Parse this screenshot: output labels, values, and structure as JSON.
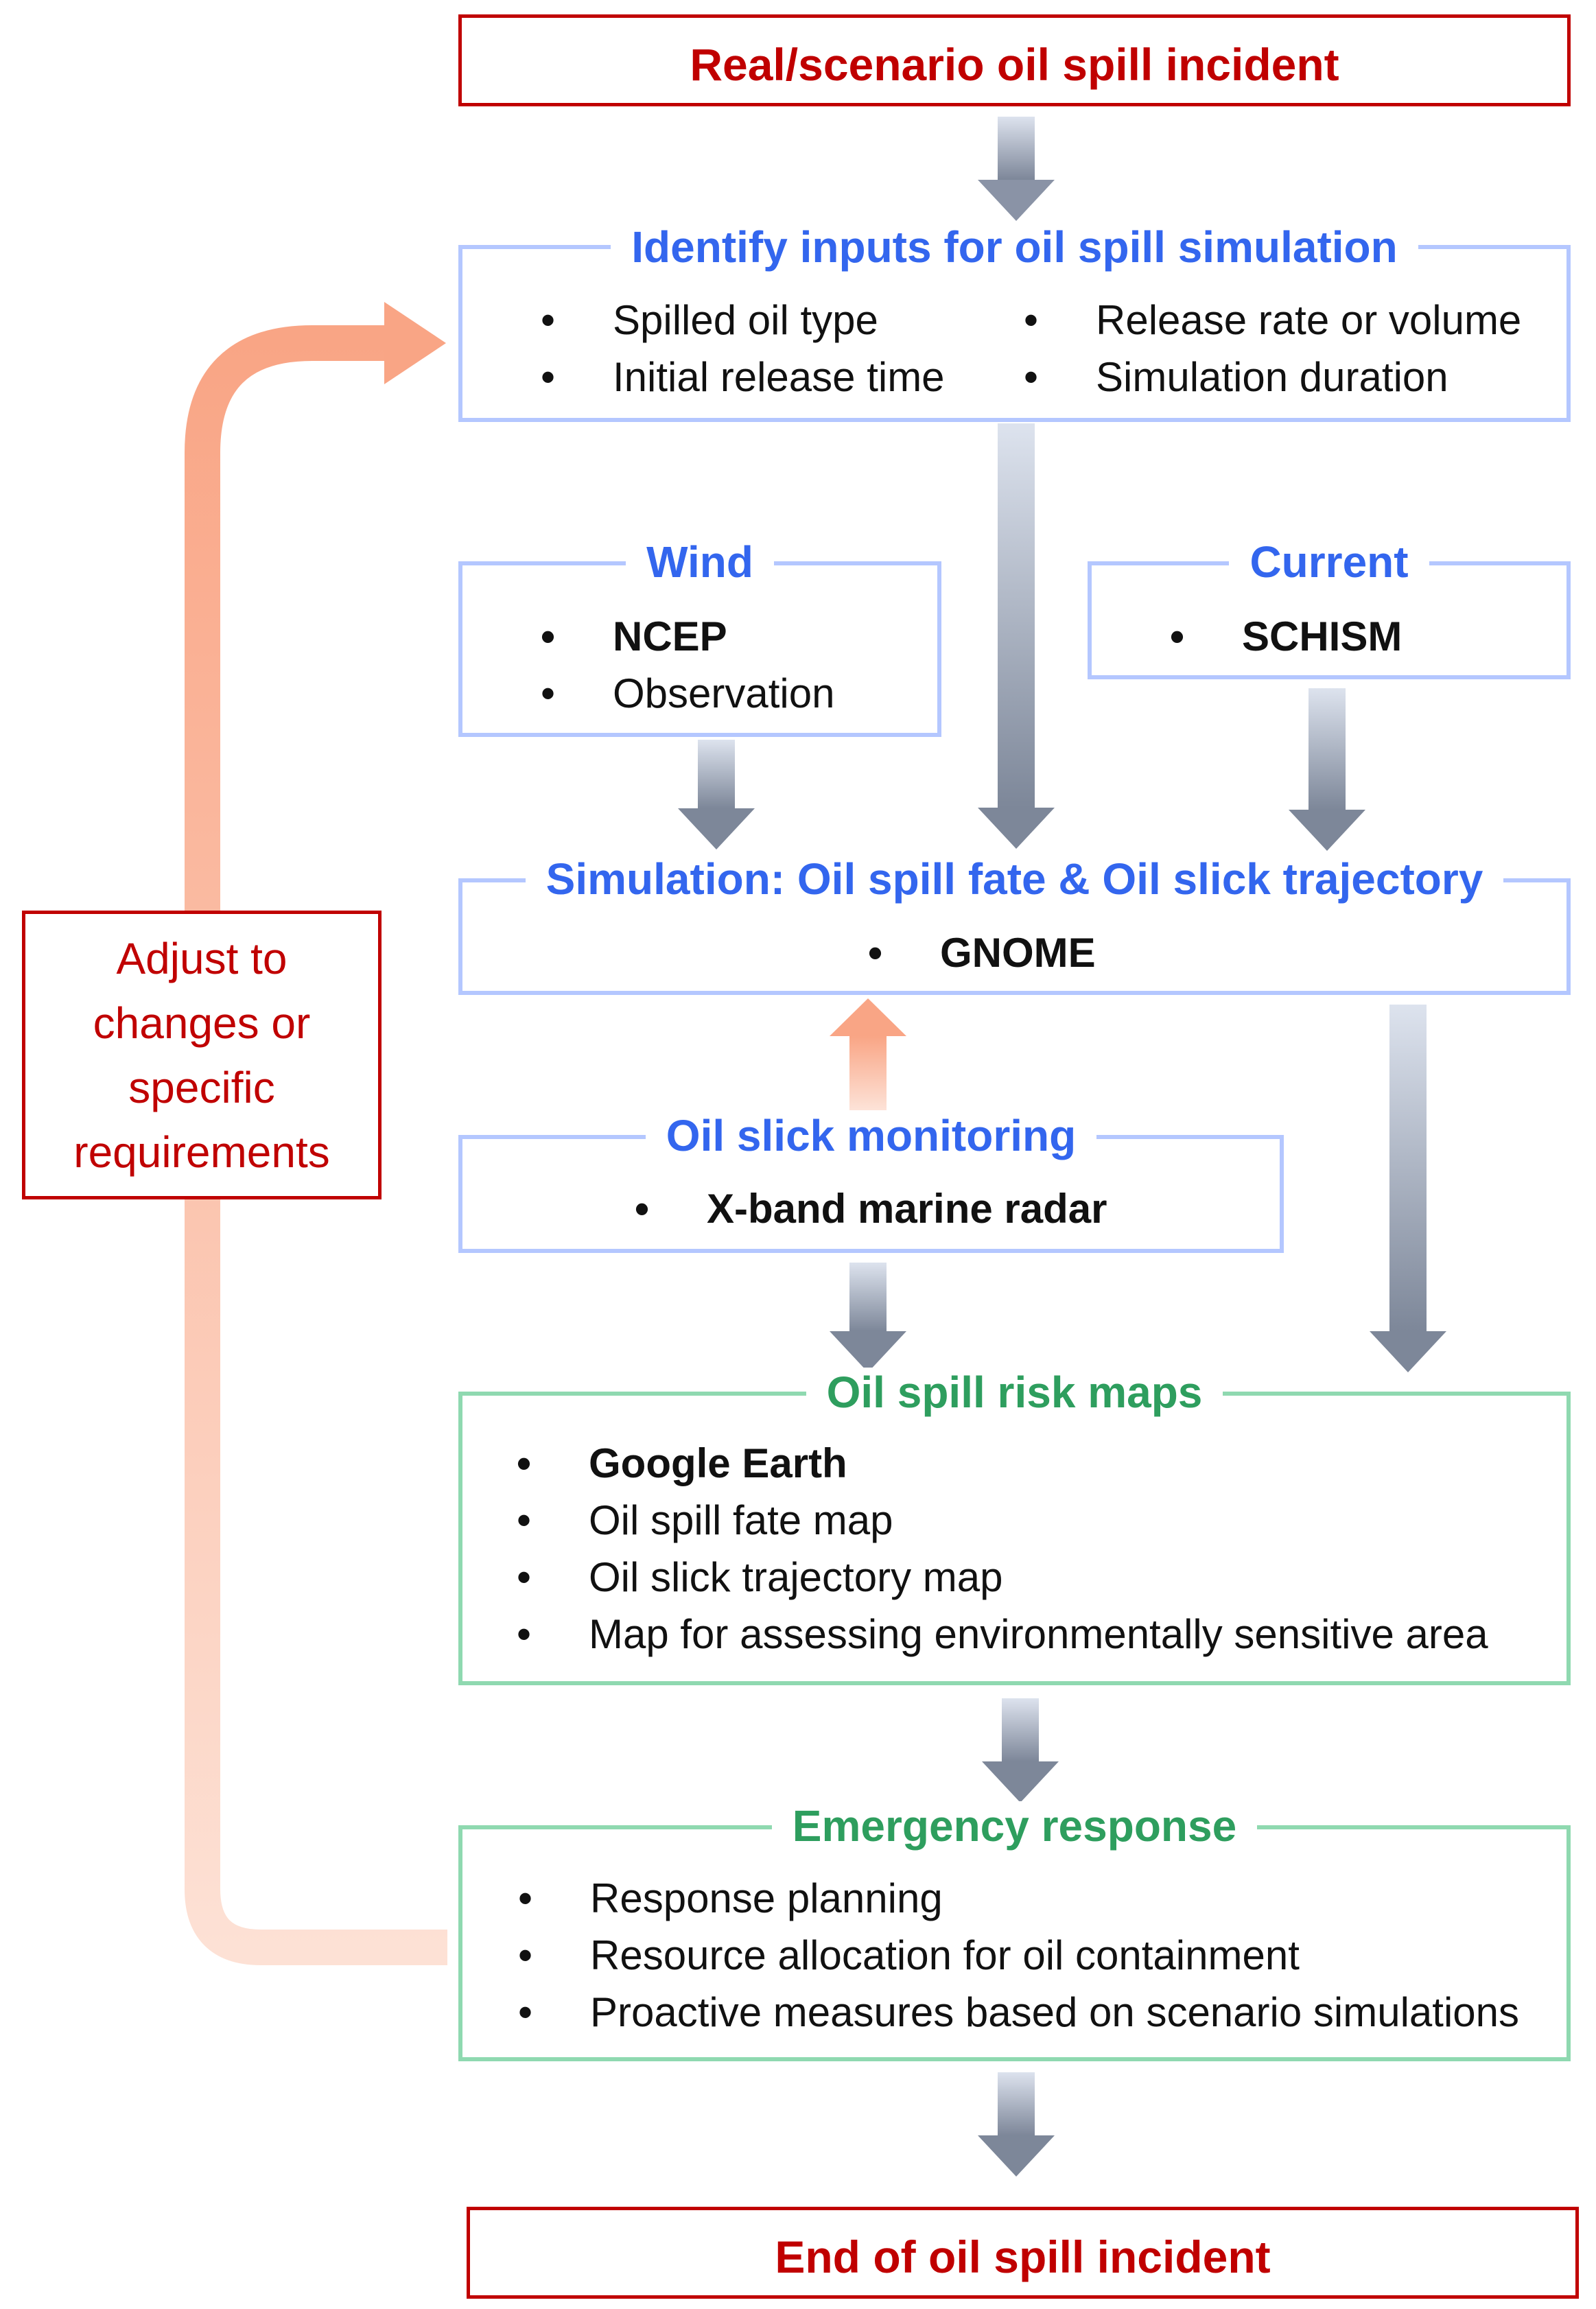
{
  "start": {
    "title": "Real/scenario oil spill incident"
  },
  "inputs": {
    "title": "Identify inputs for oil spill simulation",
    "items": [
      "Spilled oil type",
      "Release rate or volume",
      "Initial release time",
      "Simulation duration"
    ]
  },
  "wind": {
    "title": "Wind",
    "items": [
      "NCEP",
      "Observation"
    ]
  },
  "current": {
    "title": "Current",
    "items": [
      "SCHISM"
    ]
  },
  "simulation": {
    "title": "Simulation: Oil spill fate & Oil slick trajectory",
    "items": [
      "GNOME"
    ]
  },
  "monitoring": {
    "title": "Oil slick monitoring",
    "items": [
      "X-band marine radar"
    ]
  },
  "risk_maps": {
    "title": "Oil spill risk maps",
    "items": [
      "Google Earth",
      "Oil spill fate map",
      "Oil slick trajectory map",
      "Map for assessing environmentally sensitive area"
    ]
  },
  "emergency": {
    "title": "Emergency response",
    "items": [
      "Response planning",
      "Resource allocation for oil containment",
      "Proactive measures based on scenario simulations"
    ]
  },
  "end": {
    "title": "End of oil spill incident"
  },
  "feedback": {
    "lines": [
      "Adjust to",
      "changes or",
      "specific",
      "requirements"
    ]
  },
  "colors": {
    "red": "#c00000",
    "blue_title": "#3366ee",
    "green_title": "#2e9e5e",
    "blue_border": "#b4c7ff",
    "green_border": "#8fd9b0",
    "feedback_arrow": "#f9a585"
  }
}
